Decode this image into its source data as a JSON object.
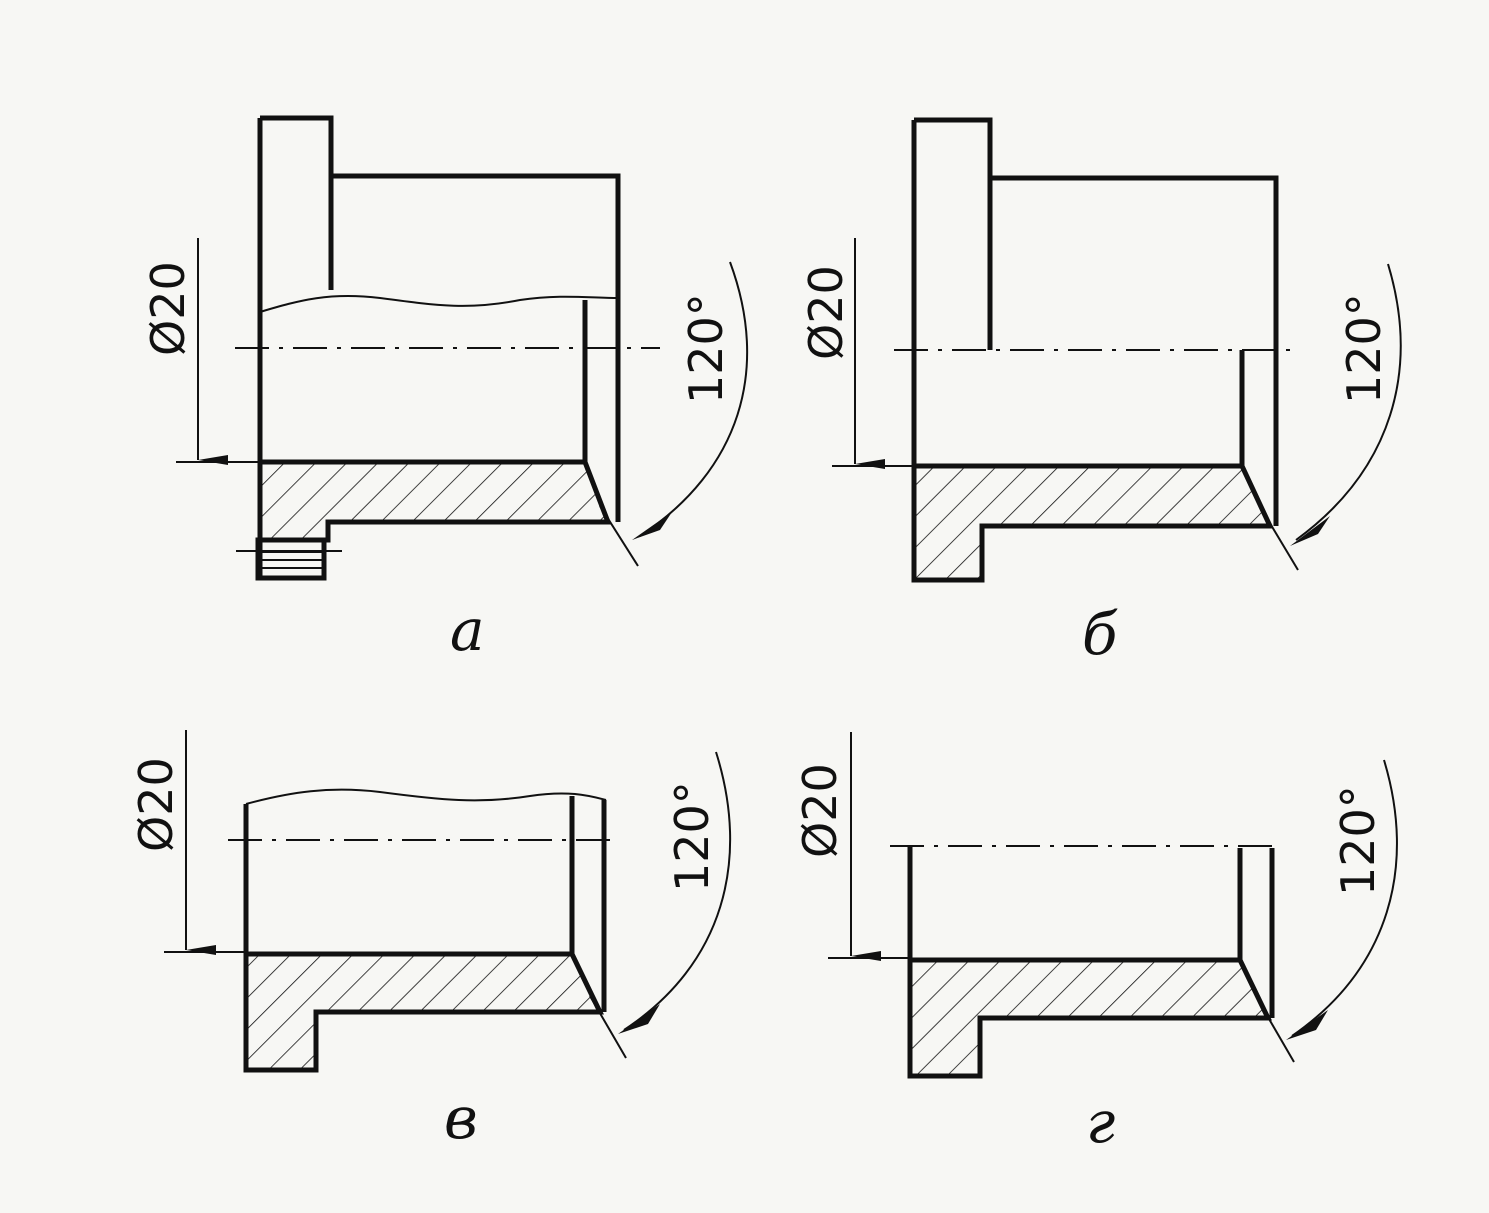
{
  "figures": [
    {
      "id": "a",
      "caption": "а",
      "diameter_label": "Ø20",
      "angle_label": "120°"
    },
    {
      "id": "b",
      "caption": "б",
      "diameter_label": "Ø20",
      "angle_label": "120°"
    },
    {
      "id": "v",
      "caption": "в",
      "diameter_label": "Ø20",
      "angle_label": "120°"
    },
    {
      "id": "g",
      "caption": "г",
      "diameter_label": "Ø20",
      "angle_label": "120°"
    }
  ]
}
